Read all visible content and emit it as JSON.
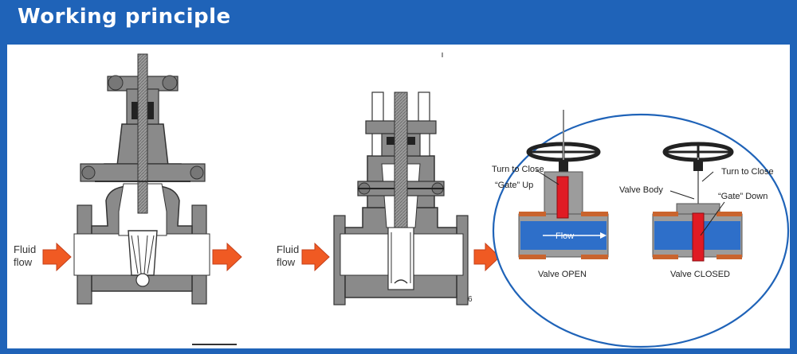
{
  "header": {
    "title": "Working principle"
  },
  "colors": {
    "frame": "#1f63b8",
    "arrow": "#f05a23",
    "valve_gray": "#8a8a8a",
    "pipe_blue": "#2e6fc9",
    "gate_red": "#e01b24",
    "pipe_copper": "#c9642e",
    "circle_border": "#1f63b8"
  },
  "left_figure": {
    "fluid_label_line1": "Fluid",
    "fluid_label_line2": "flow"
  },
  "middle_figure": {
    "fluid_label_line1": "Fluid",
    "fluid_label_line2": "flow",
    "page_mark": "6"
  },
  "right_figure": {
    "open_labels": {
      "turn_to_close": "Turn to Close",
      "gate_up": "“Gate” Up",
      "flow": "Flow",
      "caption": "Valve OPEN"
    },
    "closed_labels": {
      "turn_to_close": "Turn to Close",
      "valve_body": "Valve Body",
      "gate_down": "“Gate” Down",
      "caption": "Valve CLOSED"
    }
  }
}
